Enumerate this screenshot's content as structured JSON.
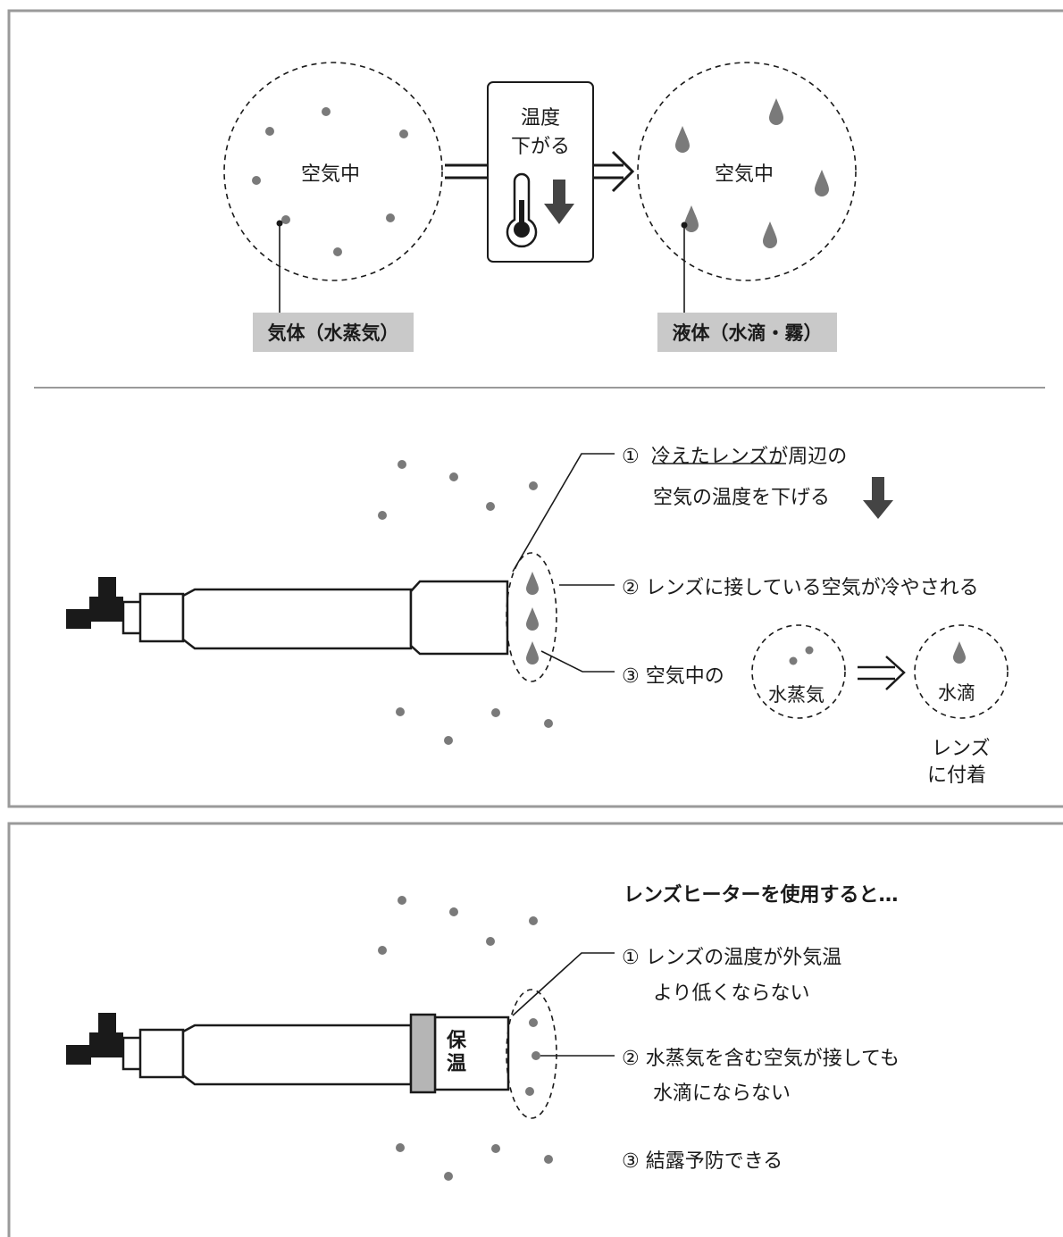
{
  "top": {
    "left_circle_label": "空気中",
    "right_circle_label": "空気中",
    "temp_box": {
      "line1": "温度",
      "line2": "下がる"
    },
    "gas_tag": "気体（水蒸気）",
    "liquid_tag": "液体（水滴・霧）"
  },
  "middle": {
    "note1_line1_num": "①",
    "note1_line1_underlined": "冷えたレンズ",
    "note1_line1_rest": "が周辺の",
    "note1_line2": "空気の温度を下げる",
    "note2": "② レンズに接している空気が冷やされる",
    "note3": "③ 空気中の",
    "vapor_label": "水蒸気",
    "droplet_label": "水滴",
    "attach_line1": "レンズ",
    "attach_line2": "に付着"
  },
  "bottom": {
    "heading": "レンズヒーターを使用すると…",
    "note1_line1": "① レンズの温度が外気温",
    "note1_line2": "より低くならない",
    "note2_line1": "② 水蒸気を含む空気が接しても",
    "note2_line2": "水滴にならない",
    "note3": "③ 結露予防できる",
    "heater_label": "保温"
  },
  "colors": {
    "frame": "#9a9a9a",
    "tag_fill": "#c9c9c9",
    "dot": "#7a7a7a",
    "arrow": "#444444",
    "heater": "#b5b5b5"
  }
}
